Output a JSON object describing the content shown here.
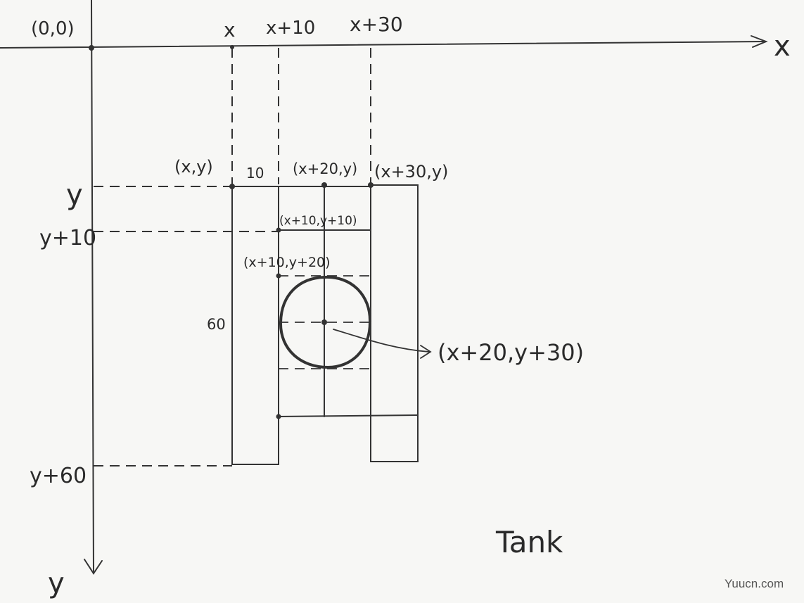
{
  "axes": {
    "origin": "(0,0)",
    "x_axis": "x",
    "y_axis": "y"
  },
  "x_ticks": [
    "x",
    "x+10",
    "x+30"
  ],
  "y_ticks": [
    "y",
    "y+10",
    "y+60"
  ],
  "points": {
    "top_left": "(x,y)",
    "top_mid": "(x+20,y)",
    "top_right": "(x+30,y)",
    "inner_a": "(x+10,y+10)",
    "inner_b": "(x+10,y+20)",
    "center": "(x+20,y+30)"
  },
  "dimensions": {
    "width": "10",
    "height": "60"
  },
  "caption": "Tank",
  "watermark": "Yuucn.com"
}
